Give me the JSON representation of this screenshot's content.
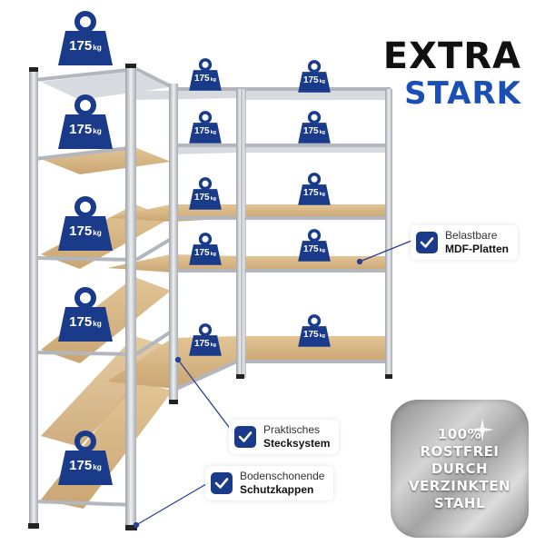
{
  "headline": {
    "line1": "EXTRA",
    "line2": "STARK"
  },
  "weight_label": {
    "value": "175",
    "unit": "kg"
  },
  "callouts": [
    {
      "line1": "Belastbare",
      "line2": "MDF-Platten"
    },
    {
      "line1": "Praktisches",
      "line2": "Stecksystem"
    },
    {
      "line1": "Bodenschonende",
      "line2": "Schutzkappen"
    }
  ],
  "badge": {
    "lines": [
      "100%",
      "ROSTFREI",
      "DURCH",
      "VERZINKTEN",
      "STAHL"
    ]
  },
  "colors": {
    "weight_blue": "#1a3a8a",
    "headline_blue": "#1a4fb5",
    "headline_black": "#111111",
    "steel": "#c9ccd1",
    "mdf_board": "#d9b98a"
  },
  "icons": {
    "weight": "weight-icon",
    "check": "check-icon",
    "sparkle": "sparkle-icon"
  }
}
